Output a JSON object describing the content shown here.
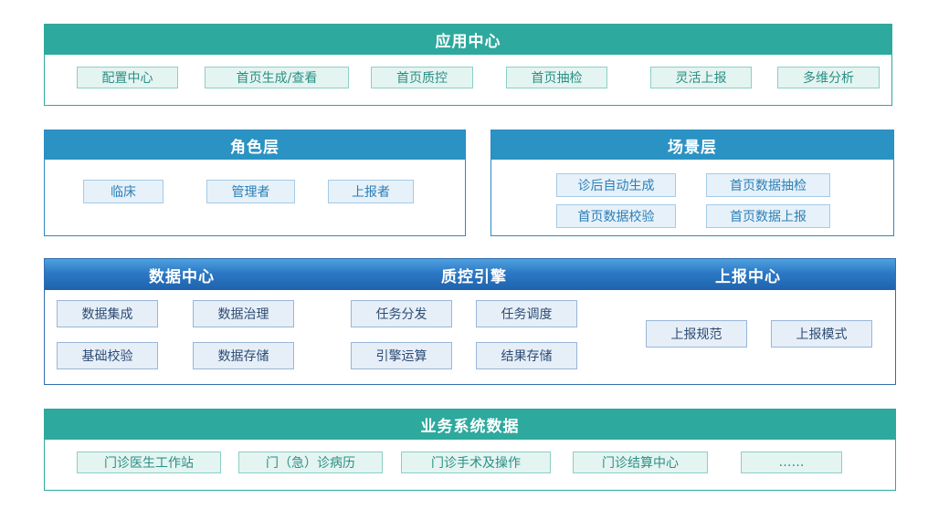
{
  "app_center": {
    "title": "应用中心",
    "items": [
      "配置中心",
      "首页生成/查看",
      "首页质控",
      "首页抽检",
      "灵活上报",
      "多维分析"
    ]
  },
  "role_layer": {
    "title": "角色层",
    "items": [
      "临床",
      "管理者",
      "上报者"
    ]
  },
  "scene_layer": {
    "title": "场景层",
    "items": [
      "诊后自动生成",
      "首页数据抽检",
      "首页数据校验",
      "首页数据上报"
    ]
  },
  "core": {
    "data_center": {
      "title": "数据中心",
      "items": [
        "数据集成",
        "数据治理",
        "基础校验",
        "数据存储"
      ]
    },
    "qc_engine": {
      "title": "质控引擎",
      "items": [
        "任务分发",
        "任务调度",
        "引擎运算",
        "结果存储"
      ]
    },
    "report_center": {
      "title": "上报中心",
      "items": [
        "上报规范",
        "上报模式"
      ]
    }
  },
  "business_data": {
    "title": "业务系统数据",
    "items": [
      "门诊医生工作站",
      "门（急）诊病历",
      "门诊手术及操作",
      "门诊结算中心",
      "……"
    ]
  },
  "colors": {
    "teal": "#2ea99d",
    "blue": "#2b93c3",
    "navy": "#2c78c4"
  }
}
